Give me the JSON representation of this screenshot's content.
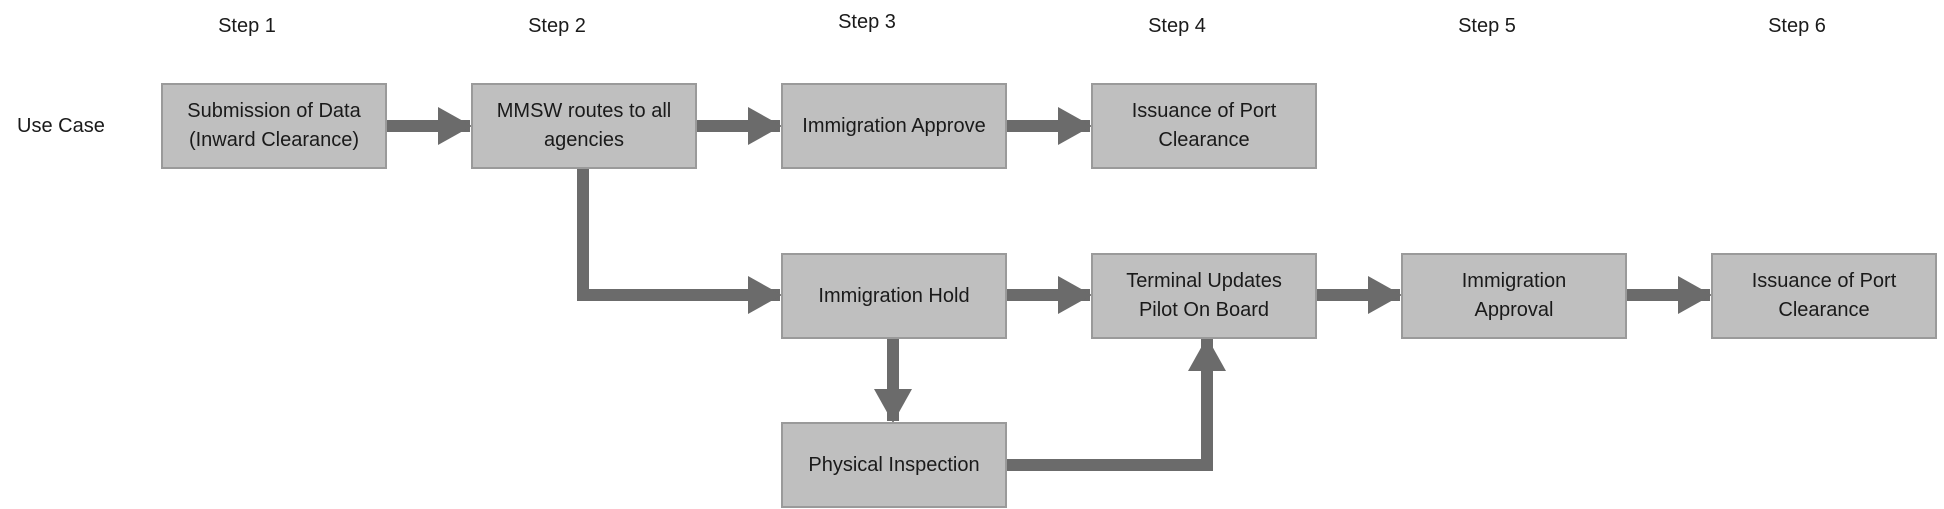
{
  "steps": [
    "Step 1",
    "Step 2",
    "Step 3",
    "Step 4",
    "Step 5",
    "Step 6"
  ],
  "row_label": "Use Case",
  "nodes": {
    "submission": "Submission of Data\n(Inward Clearance)",
    "mmsw": "MMSW routes to all\nagencies",
    "immigration_approve": "Immigration Approve",
    "issuance_top": "Issuance of Port\nClearance",
    "immigration_hold": "Immigration Hold",
    "terminal_updates": "Terminal Updates\nPilot On Board",
    "immigration_approval": "Immigration\nApproval",
    "issuance_bottom": "Issuance of Port\nClearance",
    "physical_inspection": "Physical Inspection"
  },
  "colors": {
    "box_fill": "#bfbfbf",
    "box_border": "#9a9a9a",
    "arrow": "#6b6b6b"
  }
}
